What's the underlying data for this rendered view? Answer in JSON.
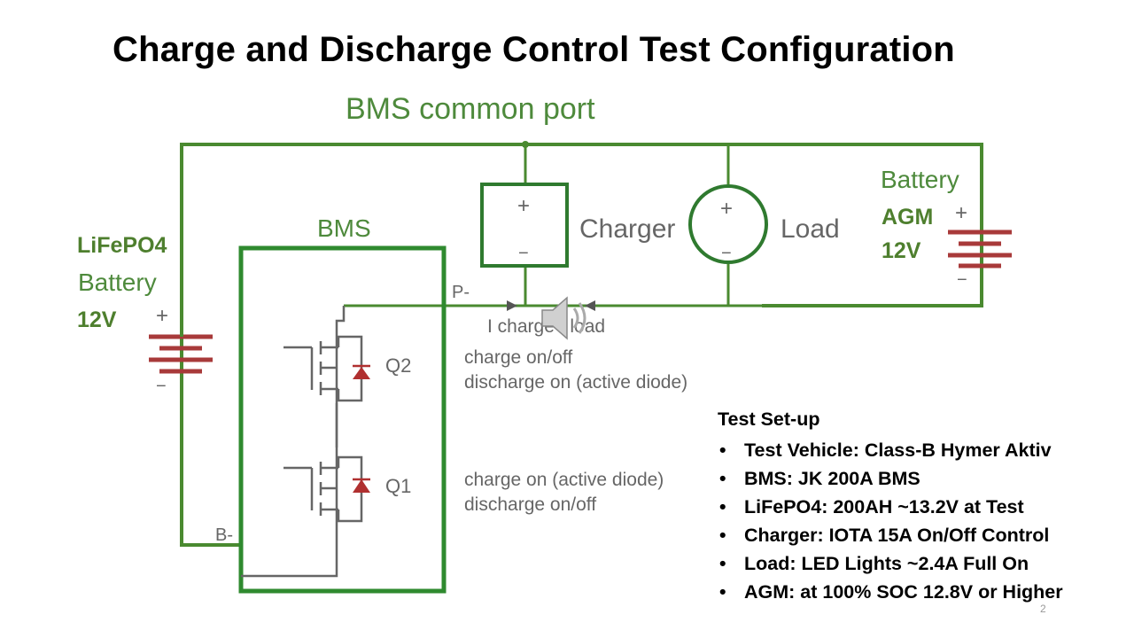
{
  "title": "Charge and Discharge Control Test Configuration",
  "diagram": {
    "common_port_label": "BMS common port",
    "bms_label": "BMS",
    "lifepo4": {
      "name": "LiFePO4",
      "type": "Battery",
      "voltage": "12V",
      "plus": "+",
      "minus": "−"
    },
    "agm": {
      "type": "Battery",
      "name": "AGM",
      "voltage": "12V",
      "plus": "+",
      "minus": "−"
    },
    "charger": {
      "label": "Charger",
      "plus": "+",
      "minus": "−"
    },
    "load": {
      "label": "Load",
      "plus": "+",
      "minus": "−"
    },
    "p_minus": "P-",
    "b_minus": "B-",
    "q2_label": "Q2",
    "q1_label": "Q1",
    "current_label": "I charge I load",
    "q2_line1": "charge on/off",
    "q2_line2": "discharge on (active diode)",
    "q1_line1": "charge on (active diode)",
    "q1_line2": "discharge on/off"
  },
  "test_setup": {
    "heading": "Test Set-up",
    "items": [
      "Test Vehicle: Class-B Hymer Aktiv",
      "BMS: JK 200A BMS",
      "LiFePO4: 200AH ~13.2V at Test",
      "Charger: IOTA 15A On/Off Control",
      "Load: LED Lights ~2.4A Full On",
      "AGM: at 100% SOC 12.8V or Higher"
    ]
  },
  "page_number": "2",
  "colors": {
    "wire": "#4a8a30",
    "text_green": "#4e7f2e",
    "mosfet": "#555555",
    "diode": "#b03030"
  }
}
